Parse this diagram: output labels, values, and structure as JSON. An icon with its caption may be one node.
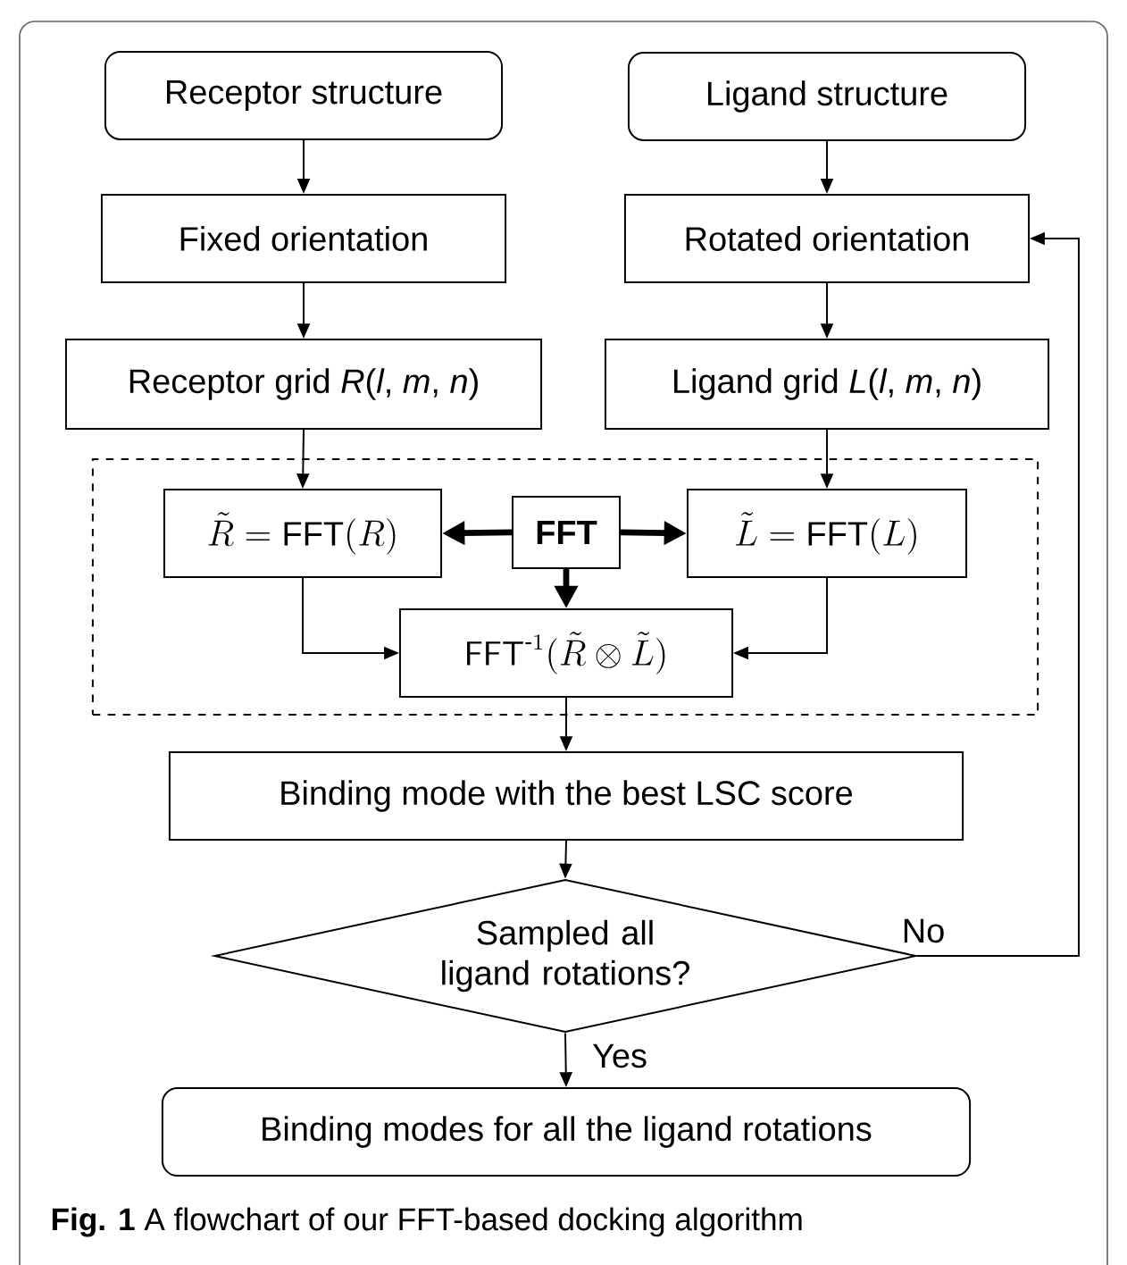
{
  "diagram": {
    "caption": "**Fig. 1** A flowchart of our FFT-based docking algorithm",
    "nodes": [
      {
        "text": [
          "Receptor structure"
        ]
      },
      {
        "text": [
          "Ligand structure"
        ]
      },
      {
        "text": [
          "Fixed orientation"
        ]
      },
      {
        "text": [
          "Rotated orientation"
        ]
      },
      {
        "text": [
          "Receptor grid *R*(*l*, *m*, *n*)"
        ]
      },
      {
        "text": [
          "Ligand grid *L*(*l*, *m*, *n*)"
        ]
      },
      {
        "text": [],
        "shape": "box"
      },
      {
        "text": [
          "\\tilde{R} = \\mathrm{FFT}(R)"
        ],
        "in": 6
      },
      {
        "text": [
          "FFT"
        ],
        "in": 6
      },
      {
        "text": [
          "\\tilde{L} = \\mathrm{FFT}(L)"
        ],
        "in": 6
      },
      {
        "text": [
          "\\mathsf{FFT}^{\\text{-}1}(\\tilde{R} \\otimes \\tilde{L})"
        ],
        "in": 6
      },
      {
        "text": [
          "Binding mode with the best LSC score"
        ]
      },
      {
        "text": [
          "Sampled all ligand rotations?"
        ]
      },
      {
        "text": [
          "Binding modes for all the ligand rotations"
        ]
      }
    ],
    "edges": [
      {
        "from": 0,
        "to": 2,
        "arrow": "to"
      },
      {
        "from": 1,
        "to": 3,
        "arrow": "to"
      },
      {
        "from": 2,
        "to": 4,
        "arrow": "to"
      },
      {
        "from": 3,
        "to": 5,
        "arrow": "to"
      },
      {
        "from": 4,
        "to": 7,
        "arrow": "to"
      },
      {
        "from": 5,
        "to": 9,
        "arrow": "to"
      },
      {
        "from": 8,
        "to": 7,
        "arrow": "to",
        "style": "thick"
      },
      {
        "from": 8,
        "to": 9,
        "arrow": "to",
        "style": "thick"
      },
      {
        "from": 8,
        "to": 10,
        "arrow": "to",
        "style": "thick"
      },
      {
        "from": 7,
        "to": 10,
        "arrow": "to"
      },
      {
        "from": 9,
        "to": 10,
        "arrow": "to"
      },
      {
        "from": 10,
        "to": 11,
        "arrow": "to"
      },
      {
        "from": 11,
        "to": 12,
        "arrow": "to"
      },
      {
        "from": 12,
        "to": 3,
        "arrow": "to",
        "label": "No"
      },
      {
        "from": 12,
        "to": 13,
        "arrow": "to",
        "label": "Yes"
      }
    ]
  }
}
